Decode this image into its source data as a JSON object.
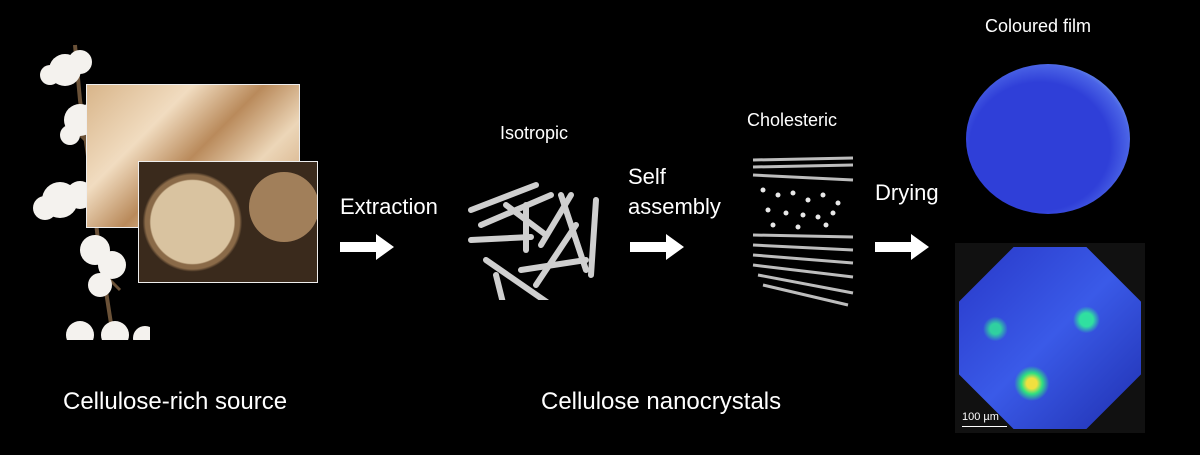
{
  "diagram": {
    "stages": [
      {
        "id": "source",
        "caption": "Cellulose-rich source",
        "images": [
          "cotton-plant",
          "wood-chips",
          "wood-logs"
        ]
      },
      {
        "id": "isotropic",
        "title": "Isotropic"
      },
      {
        "id": "cholesteric",
        "title": "Cholesteric"
      },
      {
        "id": "film",
        "title": "Coloured film",
        "scale_bar": "100 µm"
      }
    ],
    "steps": [
      {
        "label": "Extraction"
      },
      {
        "label_line1": "Self",
        "label_line2": "assembly"
      },
      {
        "label": "Drying"
      }
    ],
    "group_caption": "Cellulose nanocrystals"
  }
}
